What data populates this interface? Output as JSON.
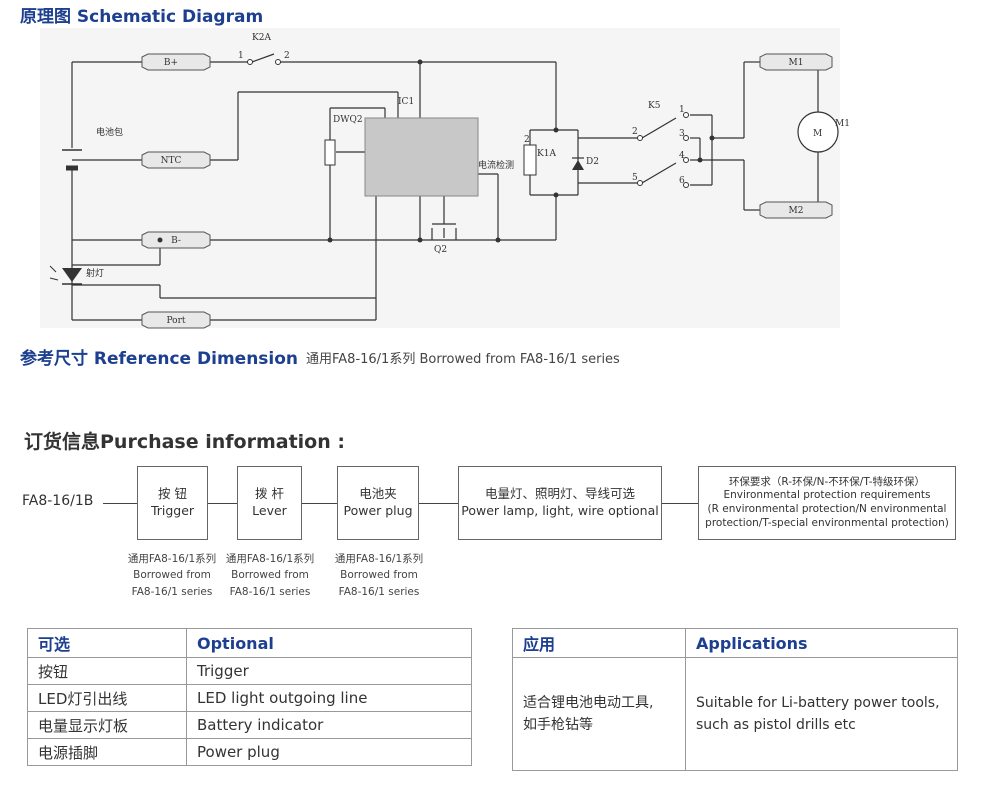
{
  "schematic": {
    "title": "原理图 Schematic Diagram",
    "labels": {
      "b_plus": "B+",
      "k2a": "K2A",
      "k2a_pin1": "1",
      "k2a_pin2": "2",
      "battery": "电池包",
      "ntc": "NTC",
      "b_minus": "B-",
      "ic1": "IC1",
      "dwq2": "DWQ2",
      "current_detect": "电流检测",
      "q2": "Q2",
      "lamp": "射灯",
      "port": "Port",
      "k5": "K5",
      "k1a": "K1A",
      "d2": "D2",
      "m1_top": "M1",
      "m2_bottom": "M2",
      "motor_label": "M1",
      "motor_symbol": "M",
      "pin_1": "1",
      "pin_2": "2",
      "pin_3": "3",
      "pin_4": "4",
      "pin_5": "5",
      "pin_6": "6",
      "k1a_pin_2": "2"
    }
  },
  "reference": {
    "title": "参考尺寸 Reference Dimension",
    "subtitle": "通用FA8-16/1系列  Borrowed from FA8-16/1 series"
  },
  "purchase": {
    "title": "订货信息Purchase information :",
    "model": "FA8-16/1B",
    "boxes": [
      {
        "line1": "按 钮",
        "line2": "Trigger"
      },
      {
        "line1": "拨 杆",
        "line2": "Lever"
      },
      {
        "line1": "电池夹",
        "line2": "Power plug"
      },
      {
        "line1": "电量灯、照明灯、导线可选",
        "line2": "Power lamp, light, wire optional"
      },
      {
        "line1": "环保要求（R-环保/N-不环保/T-特级环保）",
        "line2": "Environmental protection requirements",
        "line3": "(R environmental protection/N environmental",
        "line4": "protection/T-special environmental protection)"
      }
    ],
    "notes": [
      {
        "line1": "通用FA8-16/1系列",
        "line2": "Borrowed from",
        "line3": "FA8-16/1 series"
      },
      {
        "line1": "通用FA8-16/1系列",
        "line2": "Borrowed from",
        "line3": "FA8-16/1 series"
      },
      {
        "line1": "通用FA8-16/1系列",
        "line2": "Borrowed from",
        "line3": "FA8-16/1 series"
      }
    ]
  },
  "optional_table": {
    "header_cn": "可选",
    "header_en": "Optional",
    "rows": [
      {
        "cn": "按钮",
        "en": "Trigger"
      },
      {
        "cn": "LED灯引出线",
        "en": "LED light outgoing line"
      },
      {
        "cn": "电量显示灯板",
        "en": "Battery indicator"
      },
      {
        "cn": "电源插脚",
        "en": "Power plug"
      }
    ]
  },
  "applications_table": {
    "header_cn": "应用",
    "header_en": "Applications",
    "body_cn_1": "适合锂电池电动工具,",
    "body_cn_2": "如手枪钻等",
    "body_en_1": "Suitable for Li-battery power tools,",
    "body_en_2": "such as pistol drills etc"
  },
  "colors": {
    "accent": "#1d3f8f",
    "ic_fill": "#c8c8c8",
    "line": "#333333"
  }
}
